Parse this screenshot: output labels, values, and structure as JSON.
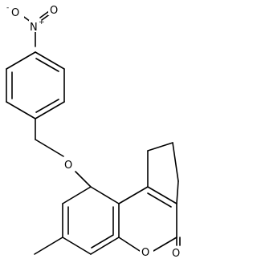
{
  "molecule": {
    "atoms": {
      "o_minus": {
        "label": "O",
        "charge": "-"
      },
      "n_plus": {
        "label": "N",
        "charge": "+"
      },
      "o_nitro": {
        "label": "O"
      },
      "o_ether": {
        "label": "O"
      },
      "o_ring": {
        "label": "O"
      },
      "o_carbonyl": {
        "label": "O"
      }
    }
  }
}
